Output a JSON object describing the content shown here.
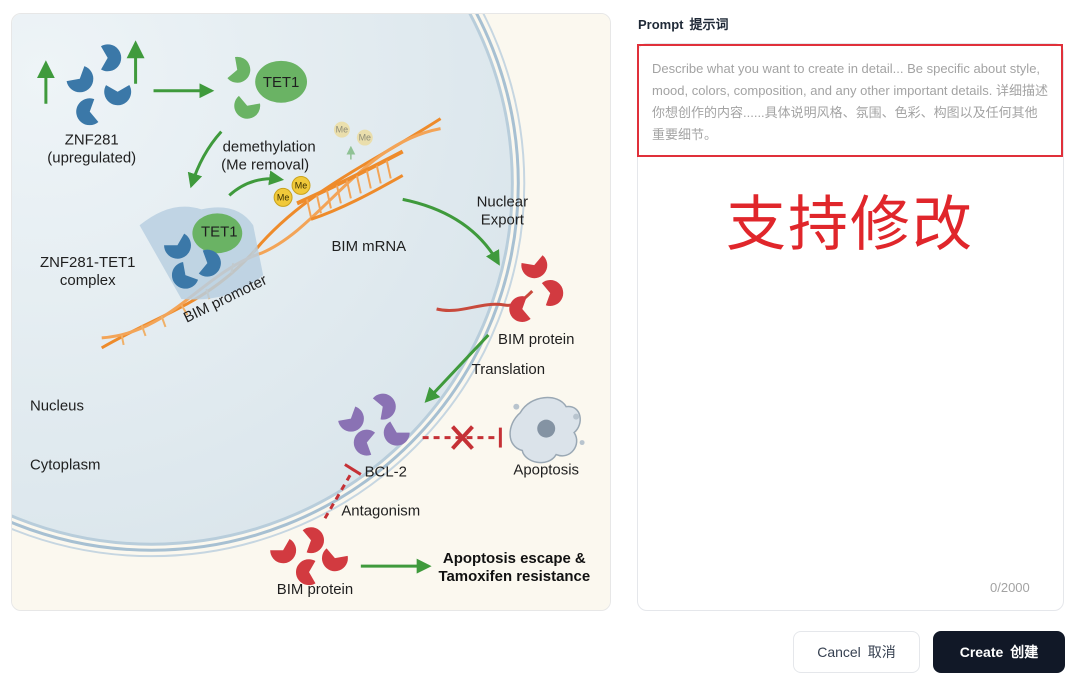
{
  "figure": {
    "labels": {
      "znf281": "ZNF281",
      "upregulated": "(upregulated)",
      "tet1_top": "TET1",
      "demethylation": "demethylation",
      "me_removal": "(Me removal)",
      "me": "Me",
      "complex_line1": "ZNF281-TET1",
      "complex_line2": "complex",
      "tet1_complex": "TET1",
      "bim_promoter": "BIM promoter",
      "bim_mrna": "BIM mRNA",
      "nuclear": "Nuclear",
      "export": "Export",
      "bim_protein_top": "BIM protein",
      "translation": "Translation",
      "nucleus": "Nucleus",
      "cytoplasm": "Cytoplasm",
      "bcl2": "BCL-2",
      "apoptosis": "Apoptosis",
      "antagonism": "Antagonism",
      "bim_protein_bottom": "BIM protein",
      "escape_line1": "Apoptosis escape &",
      "escape_line2": "Tamoxifen resistance"
    },
    "colors": {
      "nucleus_fill": "#e6eef2",
      "membrane": "#aac3d4",
      "znf281_blue": "#3b78a8",
      "tet1_green": "#6ab364",
      "bim_red": "#d23a40",
      "bcl2_purple": "#8a72b4",
      "dna_orange": "#ee8b2b",
      "arrow_green": "#3f9a3c",
      "inhibit_red": "#c53136"
    }
  },
  "prompt": {
    "label_en": "Prompt",
    "label_zh": "提示词",
    "value": "",
    "placeholder": "Describe what you want to create in detail... Be specific about style, mood, colors, composition, and any other important details. 详细描述你想创作的内容......具体说明风格、氛围、色彩、构图以及任何其他重要细节。",
    "annotation": "支持修改",
    "char_count": "0/2000"
  },
  "actions": {
    "cancel_en": "Cancel",
    "cancel_zh": "取消",
    "create_en": "Create",
    "create_zh": "创建"
  }
}
